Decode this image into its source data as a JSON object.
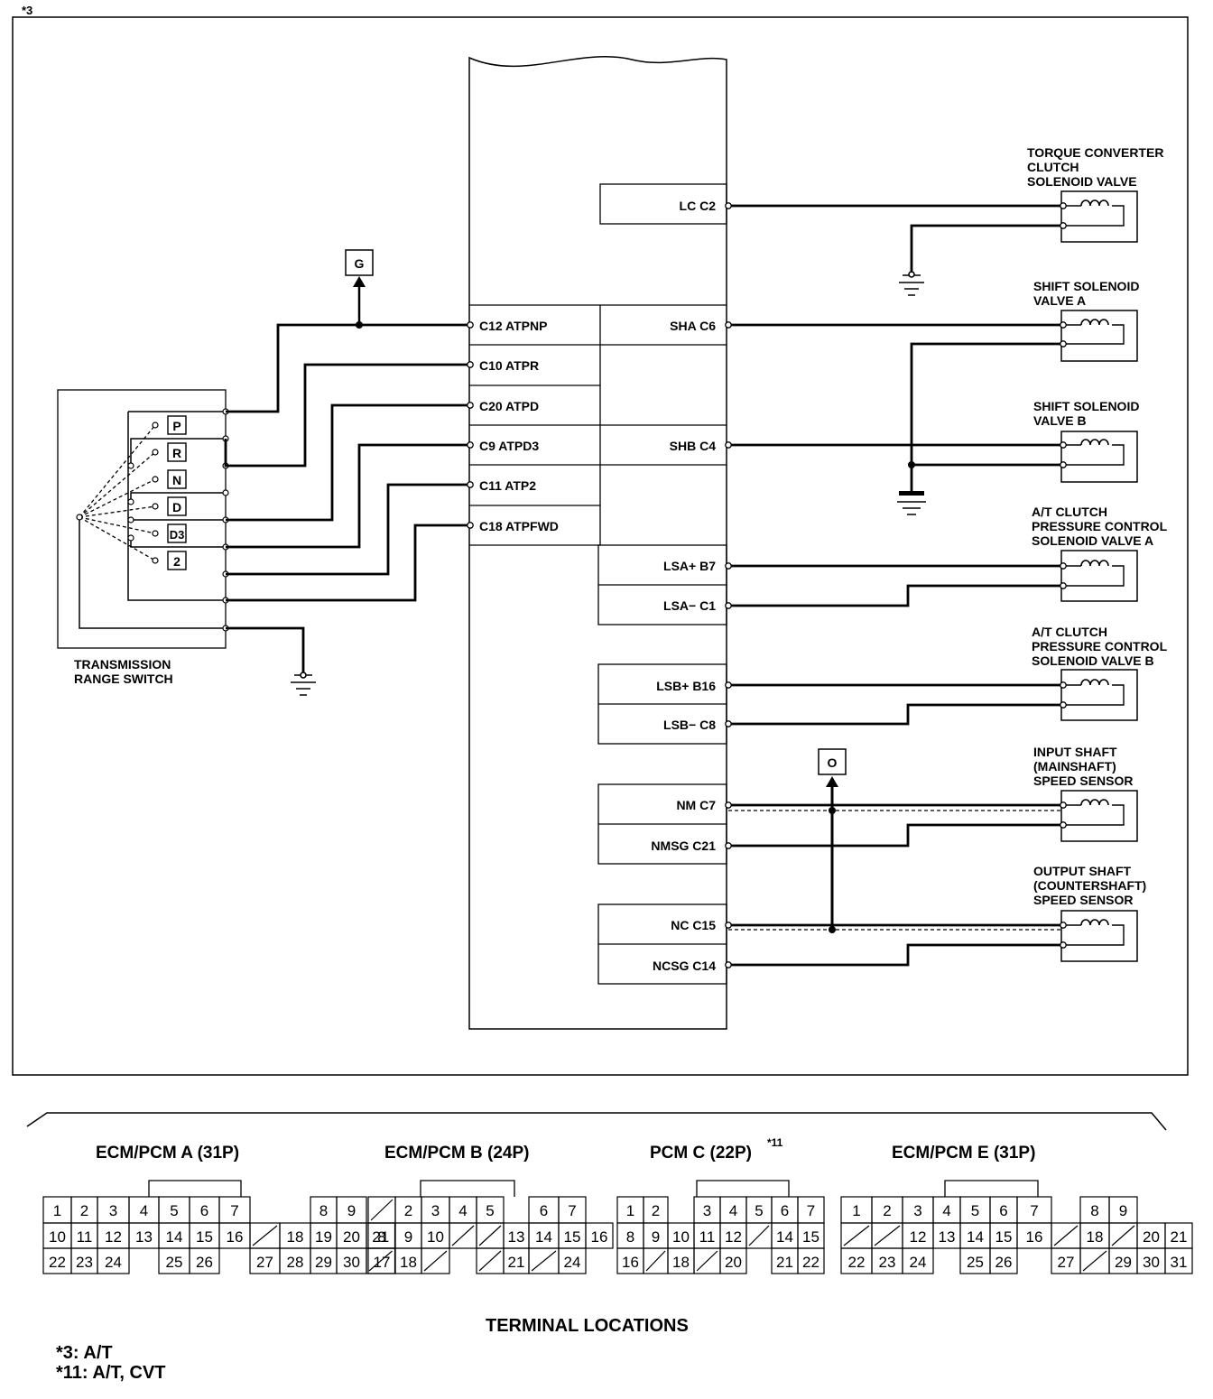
{
  "diagram": {
    "note_ref": "*3",
    "pcm_left_pins": [
      {
        "label": "C12 ATPNP"
      },
      {
        "label": "C10 ATPR"
      },
      {
        "label": "C20 ATPD"
      },
      {
        "label": "C9 ATPD3"
      },
      {
        "label": "C11 ATP2"
      },
      {
        "label": "C18 ATPFWD"
      }
    ],
    "pcm_right_pins": [
      {
        "label": "LC C2"
      },
      {
        "label": "SHA C6"
      },
      {
        "label": "SHB C4"
      },
      {
        "label": "LSA+ B7"
      },
      {
        "label": "LSA− C1"
      },
      {
        "label": "LSB+ B16"
      },
      {
        "label": "LSB− C8"
      },
      {
        "label": "NM C7"
      },
      {
        "label": "NMSG C21"
      },
      {
        "label": "NC C15"
      },
      {
        "label": "NCSG C14"
      }
    ],
    "components": [
      {
        "lines": [
          "TORQUE CONVERTER",
          "CLUTCH",
          "SOLENOID VALVE"
        ]
      },
      {
        "lines": [
          "SHIFT SOLENOID",
          "VALVE A"
        ]
      },
      {
        "lines": [
          "SHIFT SOLENOID",
          "VALVE B"
        ]
      },
      {
        "lines": [
          "A/T CLUTCH",
          "PRESSURE CONTROL",
          "SOLENOID VALVE A"
        ]
      },
      {
        "lines": [
          "A/T CLUTCH",
          "PRESSURE CONTROL",
          "SOLENOID VALVE B"
        ]
      },
      {
        "lines": [
          "INPUT SHAFT",
          "(MAINSHAFT)",
          "SPEED SENSOR"
        ]
      },
      {
        "lines": [
          "OUTPUT SHAFT",
          "(COUNTERSHAFT)",
          "SPEED SENSOR"
        ]
      }
    ],
    "switch_label": [
      "TRANSMISSION",
      "RANGE SWITCH"
    ],
    "switch_positions": [
      "P",
      "R",
      "N",
      "D",
      "D3",
      "2"
    ],
    "connector_g": "G",
    "connector_o": "O"
  },
  "connectors": [
    {
      "title": "ECM/PCM A (31P)",
      "sup": "",
      "rows": [
        [
          "1",
          "2",
          "3",
          "4",
          "5",
          "6",
          "7",
          "",
          "",
          "8",
          "9"
        ],
        [
          "10",
          "11",
          "12",
          "13",
          "14",
          "15",
          "16",
          "/",
          "18",
          "19",
          "20",
          "21"
        ],
        [
          "22",
          "23",
          "24",
          "",
          "25",
          "26",
          "",
          "27",
          "28",
          "29",
          "30",
          "/"
        ]
      ]
    },
    {
      "title": "ECM/PCM B (24P)",
      "sup": "",
      "rows": [
        [
          "/",
          "2",
          "3",
          "4",
          "5",
          "",
          "6",
          "7"
        ],
        [
          "8",
          "9",
          "10",
          "/",
          "/",
          "13",
          "14",
          "15",
          "16"
        ],
        [
          "17",
          "18",
          "/",
          "",
          "/",
          "21",
          "/",
          "24"
        ]
      ]
    },
    {
      "title": "PCM C (22P)",
      "sup": "*11",
      "rows": [
        [
          "1",
          "2",
          "",
          "3",
          "4",
          "5",
          "6",
          "7"
        ],
        [
          "8",
          "9",
          "10",
          "11",
          "12",
          "/",
          "14",
          "15"
        ],
        [
          "16",
          "/",
          "18",
          "/",
          "20",
          "",
          "21",
          "22"
        ]
      ]
    },
    {
      "title": "ECM/PCM E (31P)",
      "sup": "",
      "rows": [
        [
          "1",
          "2",
          "3",
          "4",
          "5",
          "6",
          "7",
          "",
          "8",
          "9"
        ],
        [
          "/",
          "/",
          "12",
          "13",
          "14",
          "15",
          "16",
          "/",
          "18",
          "/",
          "20",
          "21"
        ],
        [
          "22",
          "23",
          "24",
          "",
          "25",
          "26",
          "",
          "27",
          "/",
          "29",
          "30",
          "31"
        ]
      ]
    }
  ],
  "footer": {
    "title": "TERMINAL LOCATIONS",
    "notes": [
      "*3: A/T",
      "*11: A/T, CVT"
    ]
  }
}
